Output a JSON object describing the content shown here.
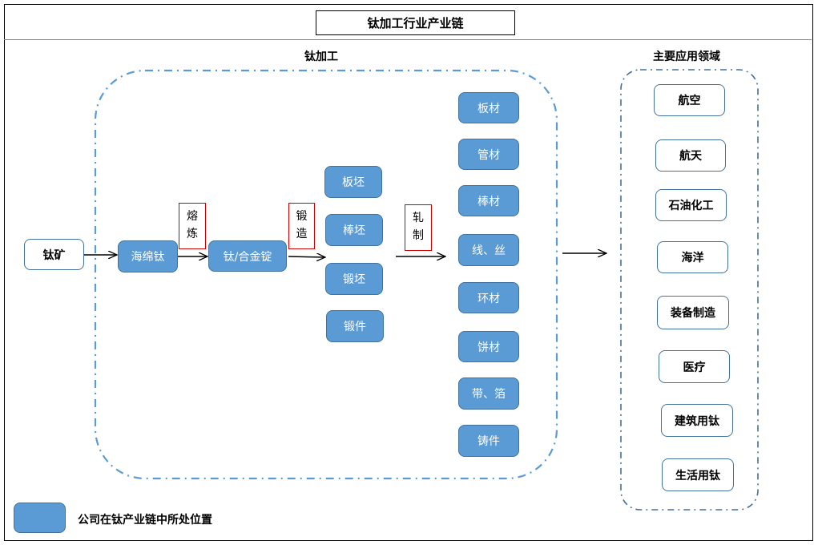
{
  "title": "钛加工行业产业链",
  "sections": {
    "processing": "钛加工",
    "applications": "主要应用领域"
  },
  "source_node": "钛矿",
  "chain": {
    "sponge": "海绵钛",
    "ingot": "钛/合金锭",
    "processes": {
      "melting": [
        "熔",
        "炼"
      ],
      "forging": [
        "锻",
        "造"
      ],
      "rolling": [
        "轧",
        "制"
      ]
    },
    "billets": [
      "板坯",
      "棒坯",
      "锻坯",
      "锻件"
    ],
    "products": [
      "板材",
      "管材",
      "棒材",
      "线、丝",
      "环材",
      "饼材",
      "带、箔",
      "铸件"
    ]
  },
  "applications": [
    "航空",
    "航天",
    "石油化工",
    "海洋",
    "装备制造",
    "医疗",
    "建筑用钛",
    "生活用钛"
  ],
  "legend": {
    "label": "公司在钛产业链中所处位置",
    "color": "#5b9bd5"
  }
}
